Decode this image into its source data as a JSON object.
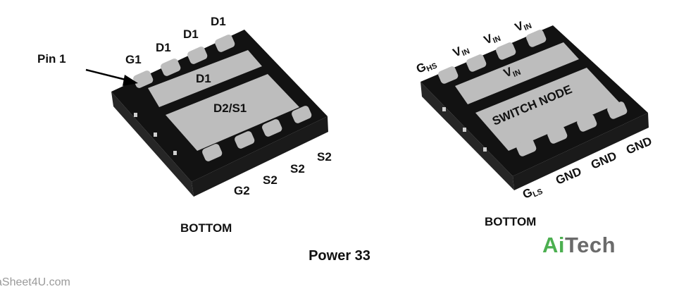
{
  "left_package": {
    "pin1_label": "Pin 1",
    "top_pads": [
      "G1",
      "D1",
      "D1",
      "D1"
    ],
    "bottom_pads": [
      "G2",
      "S2",
      "S2",
      "S2"
    ],
    "large_pad_top": "D1",
    "large_pad_bottom": "D2/S1",
    "view_label": "BOTTOM"
  },
  "right_package": {
    "top_pads": [
      {
        "main": "G",
        "sub": "HS"
      },
      {
        "main": "V",
        "sub": "IN"
      },
      {
        "main": "V",
        "sub": "IN"
      },
      {
        "main": "V",
        "sub": "IN"
      }
    ],
    "bottom_pads": [
      {
        "main": "G",
        "sub": "LS"
      },
      {
        "main": "GND",
        "sub": ""
      },
      {
        "main": "GND",
        "sub": ""
      },
      {
        "main": "GND",
        "sub": ""
      }
    ],
    "large_pad_top": {
      "main": "V",
      "sub": "IN"
    },
    "large_pad_bottom": "SWITCH NODE",
    "view_label": "BOTTOM"
  },
  "caption": "Power 33",
  "logo": {
    "ai": "Ai",
    "tech": "Tech"
  },
  "watermark": "aSheet4U.com",
  "colors": {
    "package_top": "#111111",
    "package_side": "#2a2a2a",
    "pad": "#bdbdbd",
    "logo_green": "#4caf50",
    "logo_gray": "#6b6b6b"
  }
}
